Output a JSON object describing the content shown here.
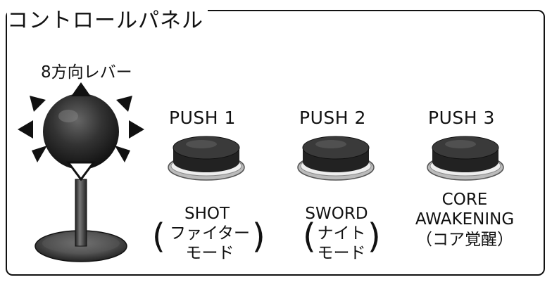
{
  "panel": {
    "title": "コントロールパネル"
  },
  "lever": {
    "label": "8方向レバー"
  },
  "buttons": [
    {
      "push_label": "PUSH 1",
      "func_line1": "SHOT",
      "func_line2": "ファイター",
      "func_line3": "モード"
    },
    {
      "push_label": "PUSH 2",
      "func_line1": "SWORD",
      "func_line2": "ナイト",
      "func_line3": "モード"
    },
    {
      "push_label": "PUSH 3",
      "func_line1": "CORE",
      "func_line2": "AWAKENING",
      "func_line3": "（コア覚醒）"
    }
  ],
  "icons": {
    "arrow": "triangle-arrow-icon",
    "selected_arrow": "down-arrow-outline-icon",
    "button": "arcade-push-button-icon",
    "joystick": "joystick-ball-icon"
  }
}
